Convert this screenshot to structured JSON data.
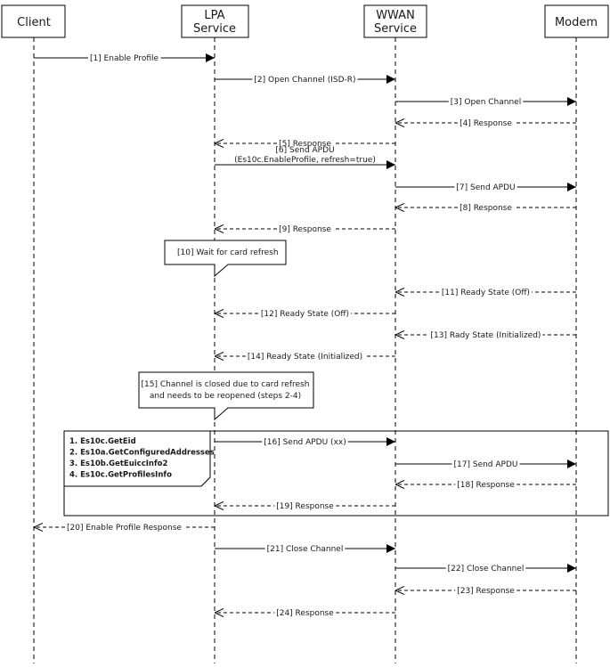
{
  "participants": [
    {
      "id": "client",
      "lines": [
        "Client"
      ]
    },
    {
      "id": "lpa",
      "lines": [
        "LPA",
        "Service"
      ]
    },
    {
      "id": "wwan",
      "lines": [
        "WWAN",
        "Service"
      ]
    },
    {
      "id": "modem",
      "lines": [
        "Modem"
      ]
    }
  ],
  "messages": [
    {
      "from": "client",
      "to": "lpa",
      "style": "solid",
      "label": [
        "[1] Enable Profile"
      ]
    },
    {
      "from": "lpa",
      "to": "wwan",
      "style": "solid",
      "label": [
        "[2] Open Channel (ISD-R)"
      ]
    },
    {
      "from": "wwan",
      "to": "modem",
      "style": "solid",
      "label": [
        "[3] Open Channel"
      ]
    },
    {
      "from": "modem",
      "to": "wwan",
      "style": "dashed",
      "label": [
        "[4] Response"
      ]
    },
    {
      "from": "wwan",
      "to": "lpa",
      "style": "dashed",
      "label": [
        "[5] Response"
      ]
    },
    {
      "from": "lpa",
      "to": "wwan",
      "style": "solid",
      "label": [
        "[6] Send APDU",
        "(Es10c.EnableProfile, refresh=true)"
      ]
    },
    {
      "from": "wwan",
      "to": "modem",
      "style": "solid",
      "label": [
        "[7] Send APDU"
      ]
    },
    {
      "from": "modem",
      "to": "wwan",
      "style": "dashed",
      "label": [
        "[8] Response"
      ]
    },
    {
      "from": "wwan",
      "to": "lpa",
      "style": "dashed",
      "label": [
        "[9] Response"
      ]
    },
    {
      "from": "modem",
      "to": "wwan",
      "style": "dashed",
      "label": [
        "[11] Ready State (Off)"
      ]
    },
    {
      "from": "wwan",
      "to": "lpa",
      "style": "dashed",
      "label": [
        "[12] Ready State (Off)"
      ]
    },
    {
      "from": "modem",
      "to": "wwan",
      "style": "dashed",
      "label": [
        "[13] Rady State (Initialized)"
      ]
    },
    {
      "from": "wwan",
      "to": "lpa",
      "style": "dashed",
      "label": [
        "[14] Ready State (Initialized)"
      ]
    },
    {
      "from": "lpa",
      "to": "wwan",
      "style": "solid",
      "label": [
        "[16] Send APDU (xx)"
      ]
    },
    {
      "from": "wwan",
      "to": "modem",
      "style": "solid",
      "label": [
        "[17] Send APDU"
      ]
    },
    {
      "from": "modem",
      "to": "wwan",
      "style": "dashed",
      "label": [
        "[18] Response"
      ]
    },
    {
      "from": "wwan",
      "to": "lpa",
      "style": "dashed",
      "label": [
        "[19] Response"
      ]
    },
    {
      "from": "lpa",
      "to": "client",
      "style": "dashed",
      "label": [
        "[20] Enable Profile Response"
      ]
    },
    {
      "from": "lpa",
      "to": "wwan",
      "style": "solid",
      "label": [
        "[21] Close Channel"
      ]
    },
    {
      "from": "wwan",
      "to": "modem",
      "style": "solid",
      "label": [
        "[22] Close Channel"
      ]
    },
    {
      "from": "modem",
      "to": "wwan",
      "style": "dashed",
      "label": [
        "[23] Response"
      ]
    },
    {
      "from": "wwan",
      "to": "lpa",
      "style": "dashed",
      "label": [
        "[24] Response"
      ]
    }
  ],
  "notes": [
    {
      "attach": "lpa",
      "lines": [
        "[10] Wait for card refresh"
      ]
    },
    {
      "attach": "lpa",
      "lines": [
        "[15] Channel is closed due to card refresh",
        "and needs to be reopened (steps 2-4)"
      ]
    }
  ],
  "frame": {
    "items": [
      "1. Es10c.GetEid",
      "2. Es10a.GetConfiguredAddresses",
      "3. Es10b.GetEuiccInfo2",
      "4. Es10c.GetProfilesInfo"
    ]
  }
}
